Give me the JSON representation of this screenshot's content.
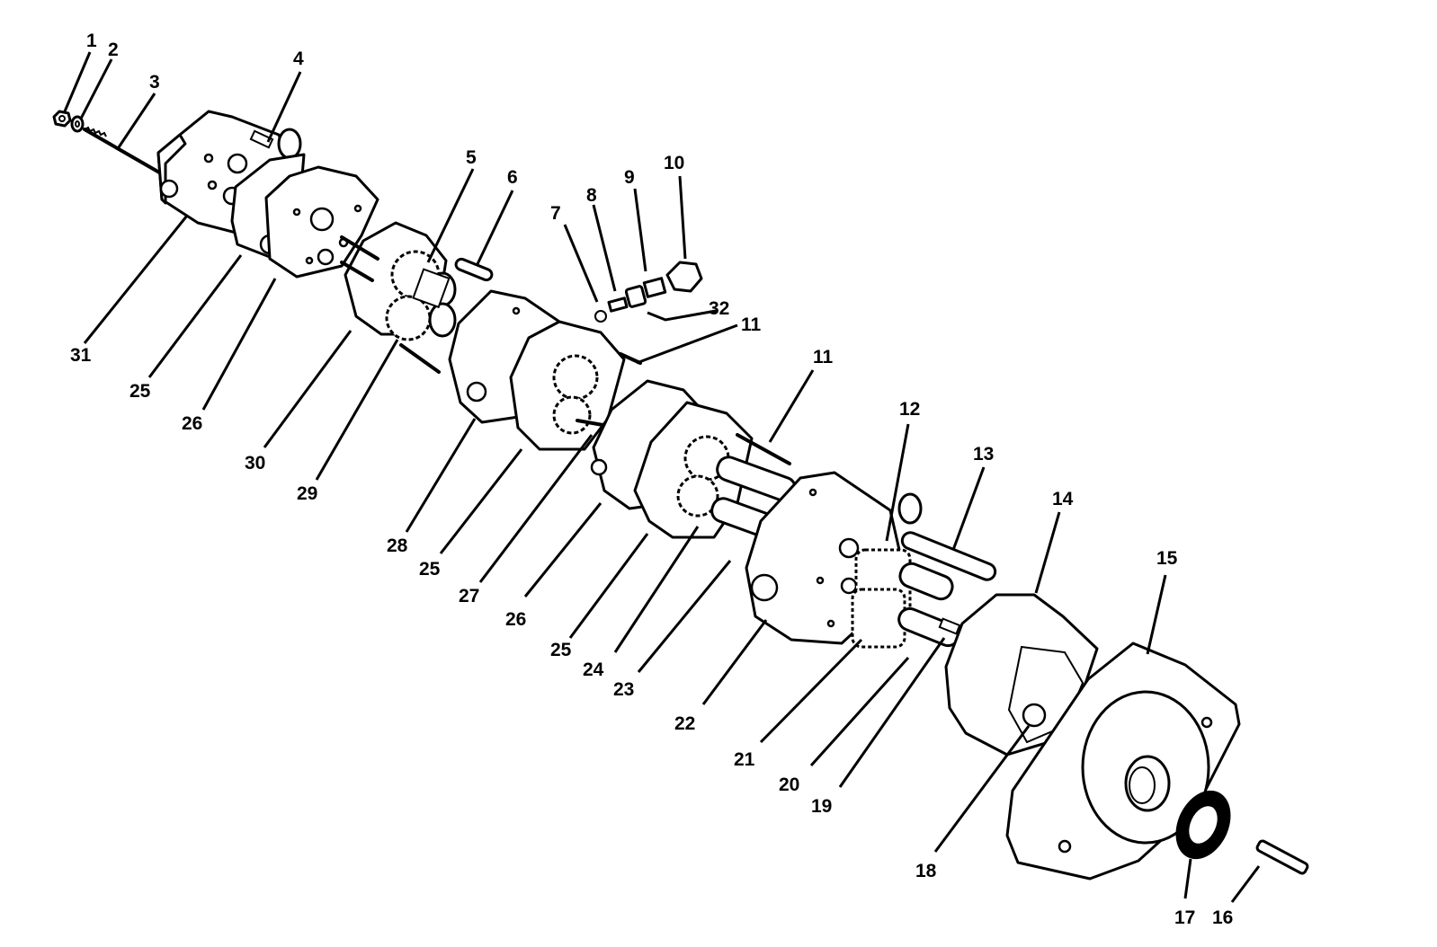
{
  "diagram": {
    "callouts": [
      {
        "id": "c1",
        "text": "1"
      },
      {
        "id": "c2",
        "text": "2"
      },
      {
        "id": "c3",
        "text": "3"
      },
      {
        "id": "c4",
        "text": "4"
      },
      {
        "id": "c5",
        "text": "5"
      },
      {
        "id": "c6",
        "text": "6"
      },
      {
        "id": "c7",
        "text": "7"
      },
      {
        "id": "c8",
        "text": "8"
      },
      {
        "id": "c9",
        "text": "9"
      },
      {
        "id": "c10",
        "text": "10"
      },
      {
        "id": "c32",
        "text": "32"
      },
      {
        "id": "c11a",
        "text": "11"
      },
      {
        "id": "c11b",
        "text": "11"
      },
      {
        "id": "c12",
        "text": "12"
      },
      {
        "id": "c13",
        "text": "13"
      },
      {
        "id": "c14",
        "text": "14"
      },
      {
        "id": "c15",
        "text": "15"
      },
      {
        "id": "c31",
        "text": "31"
      },
      {
        "id": "c25a",
        "text": "25"
      },
      {
        "id": "c26a",
        "text": "26"
      },
      {
        "id": "c30",
        "text": "30"
      },
      {
        "id": "c29",
        "text": "29"
      },
      {
        "id": "c28",
        "text": "28"
      },
      {
        "id": "c25b",
        "text": "25"
      },
      {
        "id": "c27",
        "text": "27"
      },
      {
        "id": "c26b",
        "text": "26"
      },
      {
        "id": "c25c",
        "text": "25"
      },
      {
        "id": "c24",
        "text": "24"
      },
      {
        "id": "c23",
        "text": "23"
      },
      {
        "id": "c22",
        "text": "22"
      },
      {
        "id": "c21",
        "text": "21"
      },
      {
        "id": "c20",
        "text": "20"
      },
      {
        "id": "c19",
        "text": "19"
      },
      {
        "id": "c18",
        "text": "18"
      },
      {
        "id": "c17",
        "text": "17"
      },
      {
        "id": "c16",
        "text": "16"
      }
    ]
  }
}
